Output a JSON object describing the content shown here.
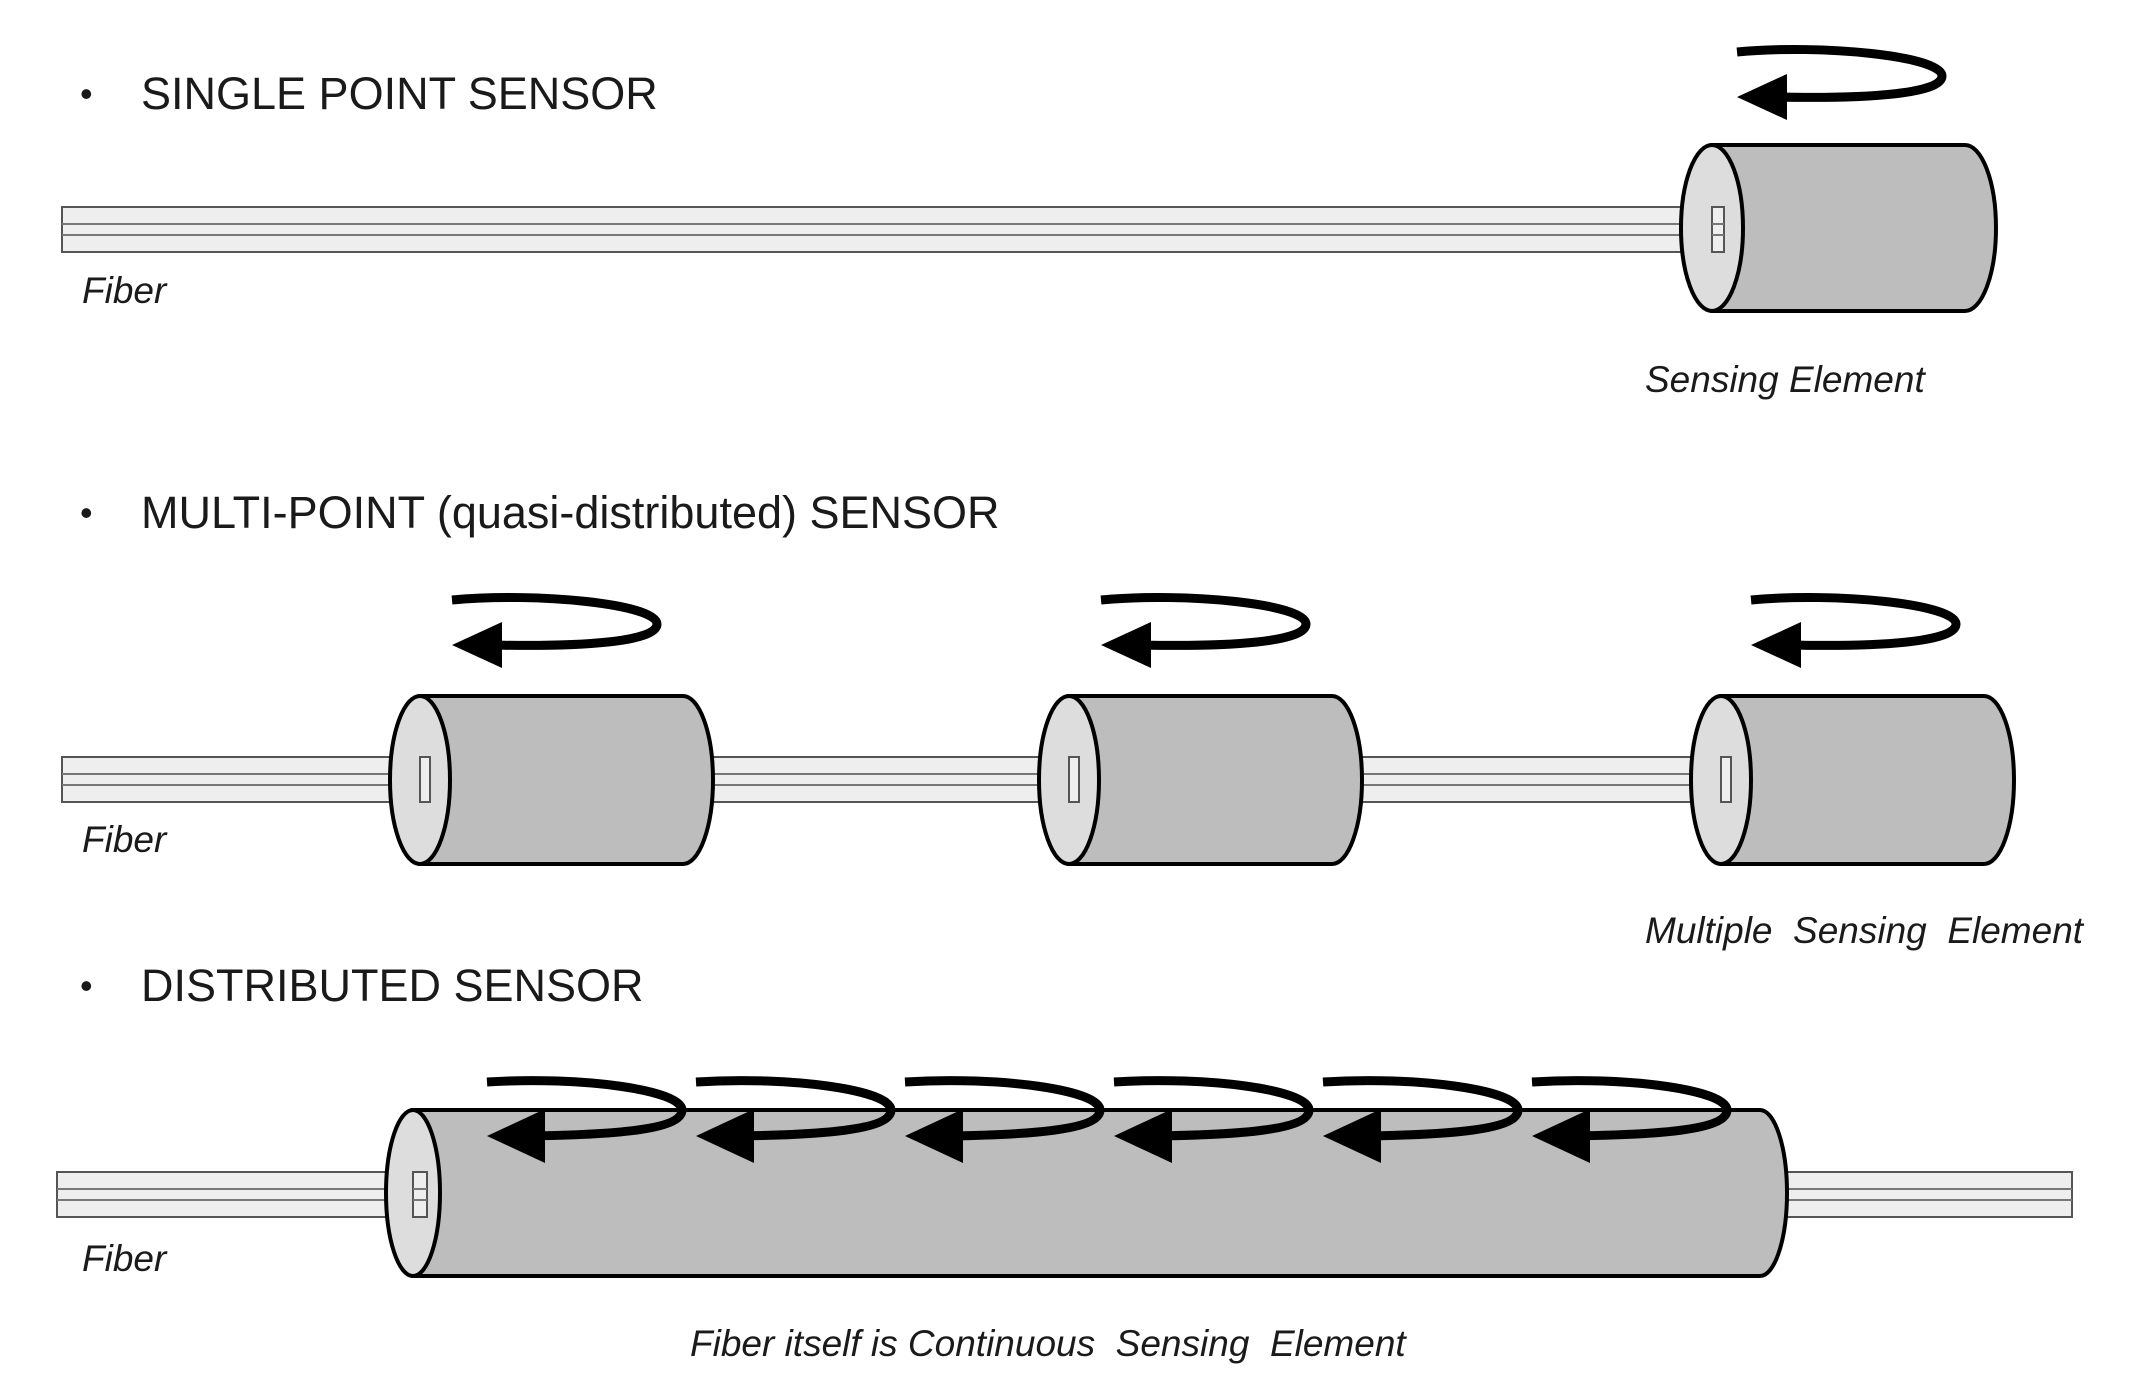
{
  "sections": [
    {
      "bullet": "•",
      "heading": "SINGLE POINT SENSOR",
      "fiber_label": "Fiber",
      "element_label": "Sensing Element"
    },
    {
      "bullet": "•",
      "heading": "MULTI-POINT (quasi-distributed) SENSOR",
      "fiber_label": "Fiber",
      "element_label": "Multiple  Sensing  Element"
    },
    {
      "bullet": "•",
      "heading": "DISTRIBUTED SENSOR",
      "fiber_label": "Fiber",
      "element_label": "Fiber itself is Continuous  Sensing  Element"
    }
  ]
}
